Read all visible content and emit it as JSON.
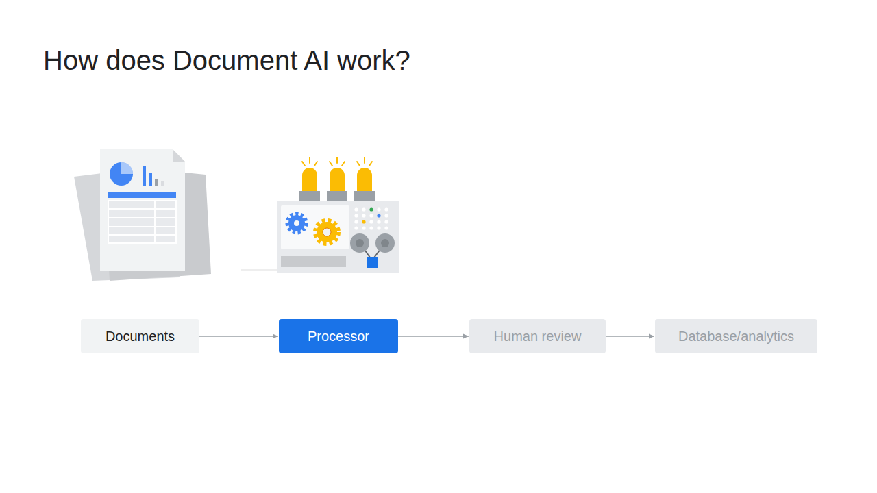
{
  "diagram": {
    "title": "How does Document AI work?",
    "nodes": [
      {
        "text": [
          "Documents"
        ]
      },
      {
        "text": [
          "Processor"
        ]
      },
      {
        "text": [
          "Human review"
        ]
      },
      {
        "text": [
          "Database/analytics"
        ]
      }
    ],
    "edges": [
      {
        "from": 0,
        "to": 1,
        "arrow": "to"
      },
      {
        "from": 1,
        "to": 2,
        "arrow": "to"
      },
      {
        "from": 2,
        "to": 3,
        "arrow": "to"
      }
    ]
  }
}
